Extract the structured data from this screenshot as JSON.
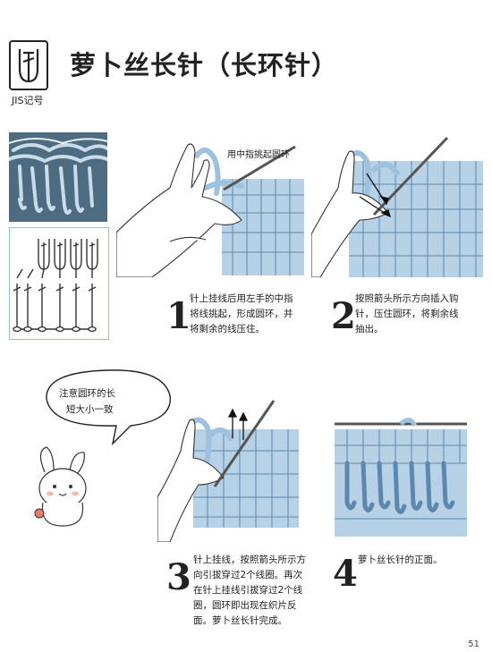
{
  "header": {
    "title": "萝卜丝长针（长环针）",
    "jis_label": "JIS记号"
  },
  "illus1": {
    "callout": "用中指挑起圆环"
  },
  "bubble": {
    "line1": "注意圆环的长",
    "line2": "短大小一致"
  },
  "steps": [
    {
      "number": "1",
      "lines": [
        "针上挂线后用左手的中指",
        "将线挑起，形成圆环，并",
        "将剩余的线压住。"
      ]
    },
    {
      "number": "2",
      "lines": [
        "按照箭头所示方向插入钩",
        "针，压住圆环，将剩余线",
        "抽出。"
      ]
    },
    {
      "number": "3",
      "lines": [
        "针上挂线，按照箭头所示方",
        "向引拔穿过2个线圈。再次",
        "在针上挂线引拔穿过2个线",
        "圈，圆环即出现在织片反",
        "面。萝卜丝长针完成。"
      ]
    },
    {
      "number": "4",
      "lines": [
        "萝卜丝长针的正面。"
      ]
    }
  ],
  "page_number": "51",
  "colors": {
    "yarn": "#9ec1dd",
    "yarn_dark": "#5d88ad",
    "photo": "#4d6c82"
  }
}
